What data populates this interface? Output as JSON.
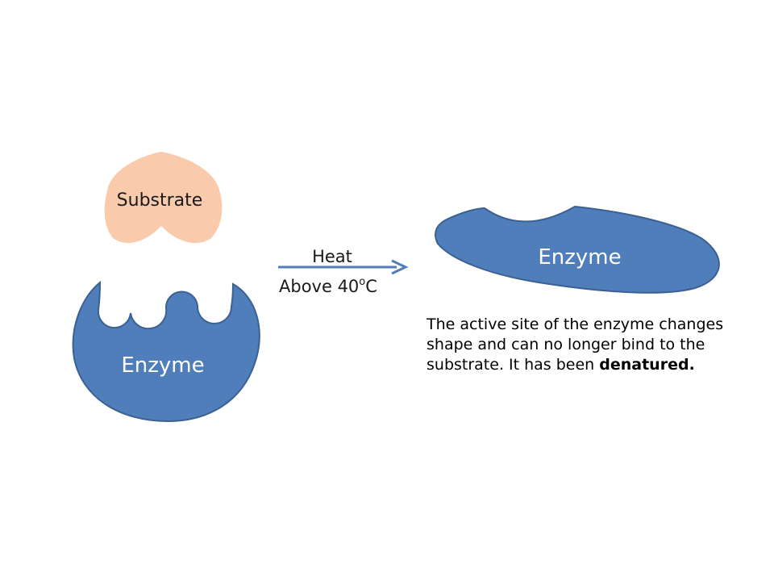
{
  "substrate": {
    "label": "Substrate",
    "fill": "#f9cbac"
  },
  "enzyme_before": {
    "label": "Enzyme",
    "fill": "#4f7ebb",
    "stroke": "#3a6191"
  },
  "arrow": {
    "label_top": "Heat",
    "label_bottom_prefix": "Above 40",
    "label_bottom_superscript": "o",
    "label_bottom_suffix": "C",
    "color": "#4f7ebb"
  },
  "enzyme_after": {
    "label": "Enzyme",
    "fill": "#4f7ebb",
    "stroke": "#3a6191"
  },
  "caption": {
    "line1": "The active site of the enzyme changes",
    "line2": "shape and can no longer bind to the",
    "line3_prefix": "substrate.  It has been ",
    "line3_bold": "denatured."
  }
}
